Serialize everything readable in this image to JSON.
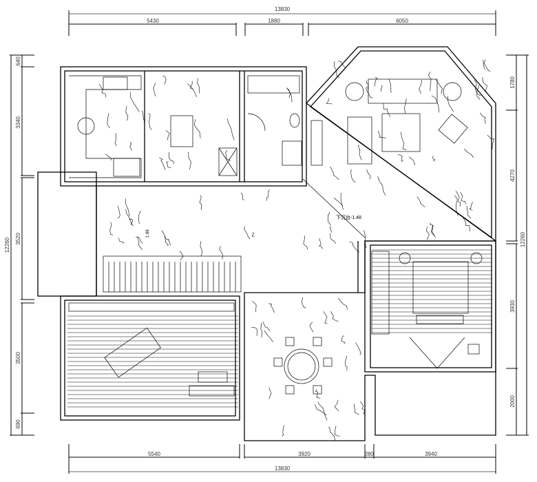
{
  "dimensions": {
    "top_total": "13830",
    "top_segments": [
      "5430",
      "1880",
      "6050"
    ],
    "bottom_total": "13830",
    "bottom_segments": [
      "5540",
      "3920",
      "280",
      "3940"
    ],
    "left_total": "12260",
    "left_segments": [
      "640",
      "3340",
      "3520",
      "3500",
      "690"
    ],
    "right_total": "12260",
    "right_segments": [
      "1780",
      "4270",
      "3930",
      "2000"
    ]
  },
  "annotations": {
    "sunken_label": "下沉台-1.48",
    "corridor_label": "1.88"
  }
}
